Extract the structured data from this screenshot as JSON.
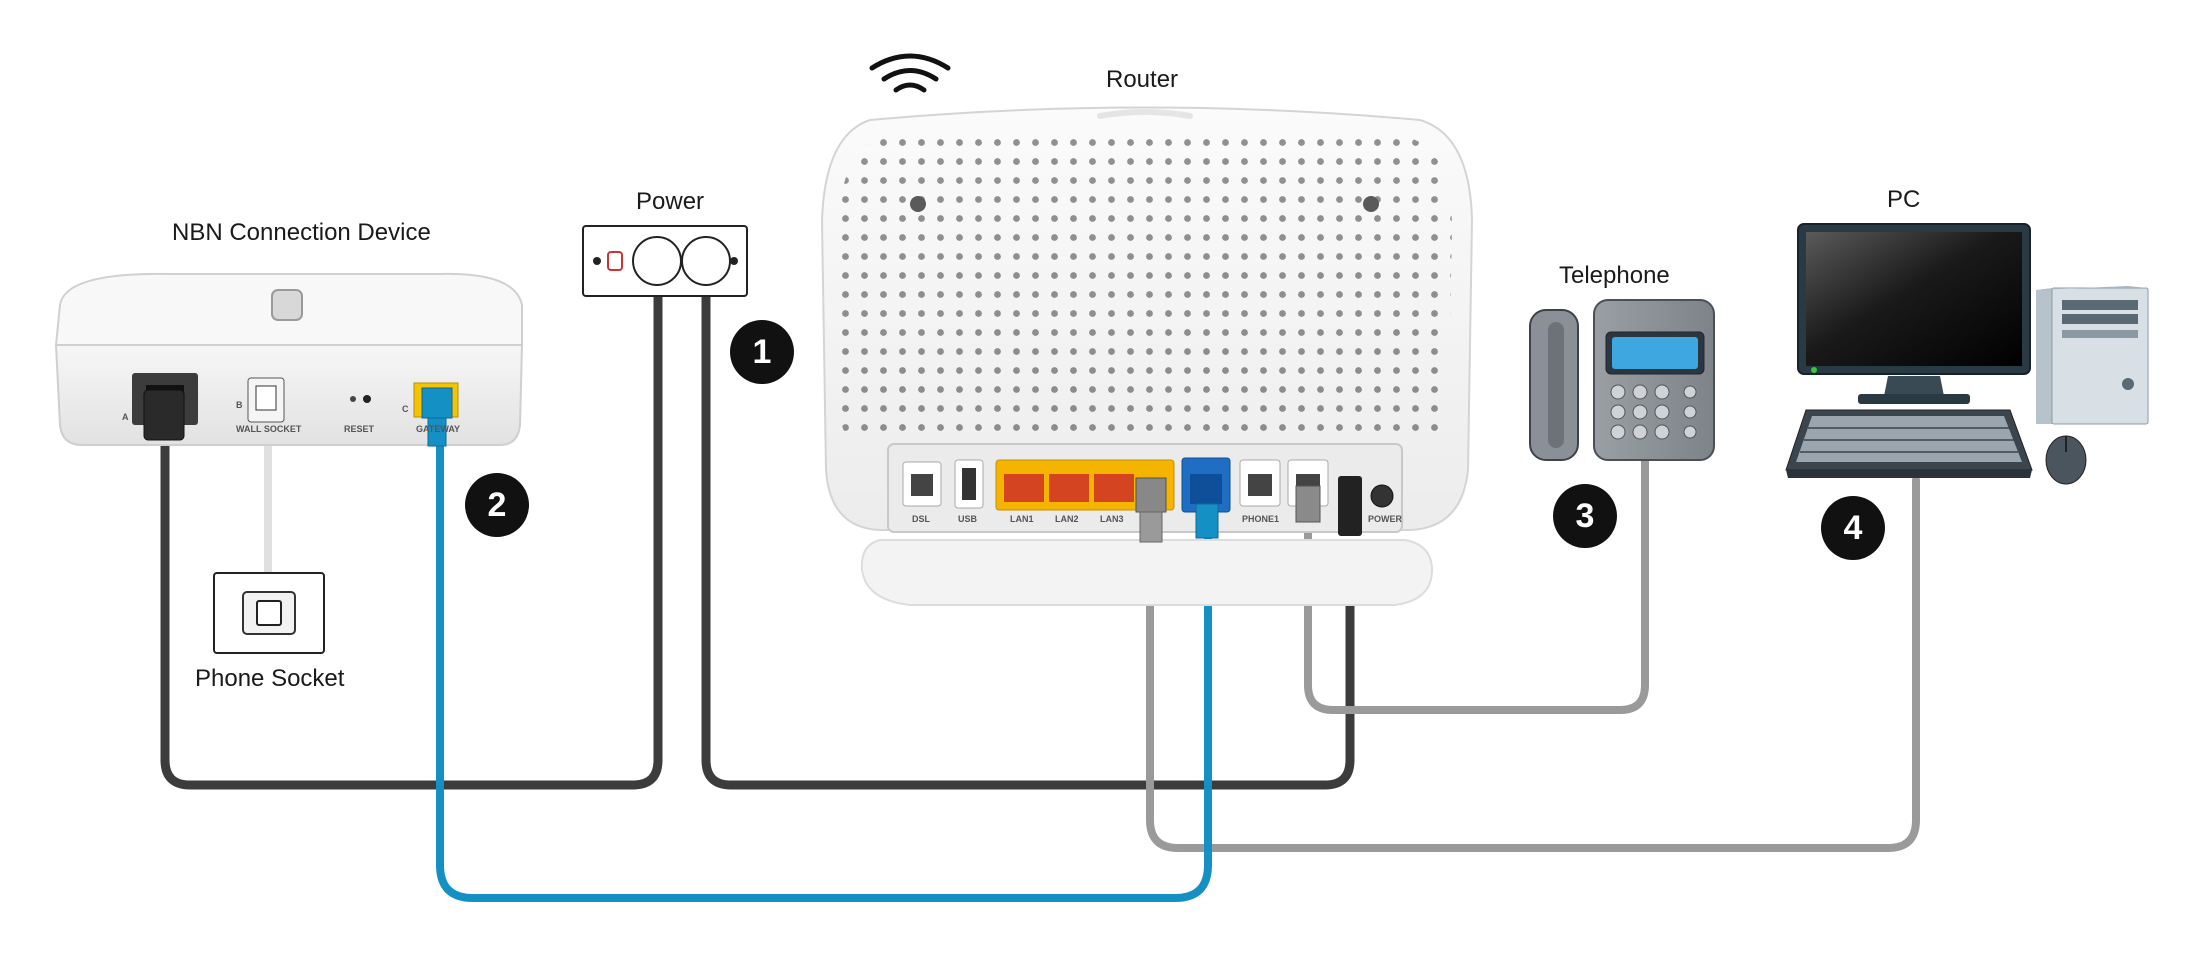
{
  "labels": {
    "router": "Router",
    "power": "Power",
    "nbn": "NBN Connection Device",
    "telephone": "Telephone",
    "pc": "PC",
    "phone_socket": "Phone Socket"
  },
  "steps": [
    "1",
    "2",
    "3",
    "4"
  ],
  "nbn_ports": {
    "a": "A",
    "b": "B",
    "reset": "RESET",
    "c": "C",
    "wall_socket": "WALL SOCKET",
    "gateway": "GATEWAY"
  },
  "router_ports": {
    "dsl": "DSL",
    "usb": "USB",
    "lan1": "LAN1",
    "lan2": "LAN2",
    "lan3": "LAN3",
    "phone": "PHONE1",
    "power": "POWER"
  },
  "colors": {
    "power_cable": "#3c3c3c",
    "ethernet_cable_blue": "#1490c4",
    "phone_cable": "#9a9a9a",
    "lan_port_yellow": "#f4b400",
    "wan_port_blue": "#1e6fc4",
    "badge": "#111111"
  },
  "icons": [
    "wifi-icon"
  ]
}
